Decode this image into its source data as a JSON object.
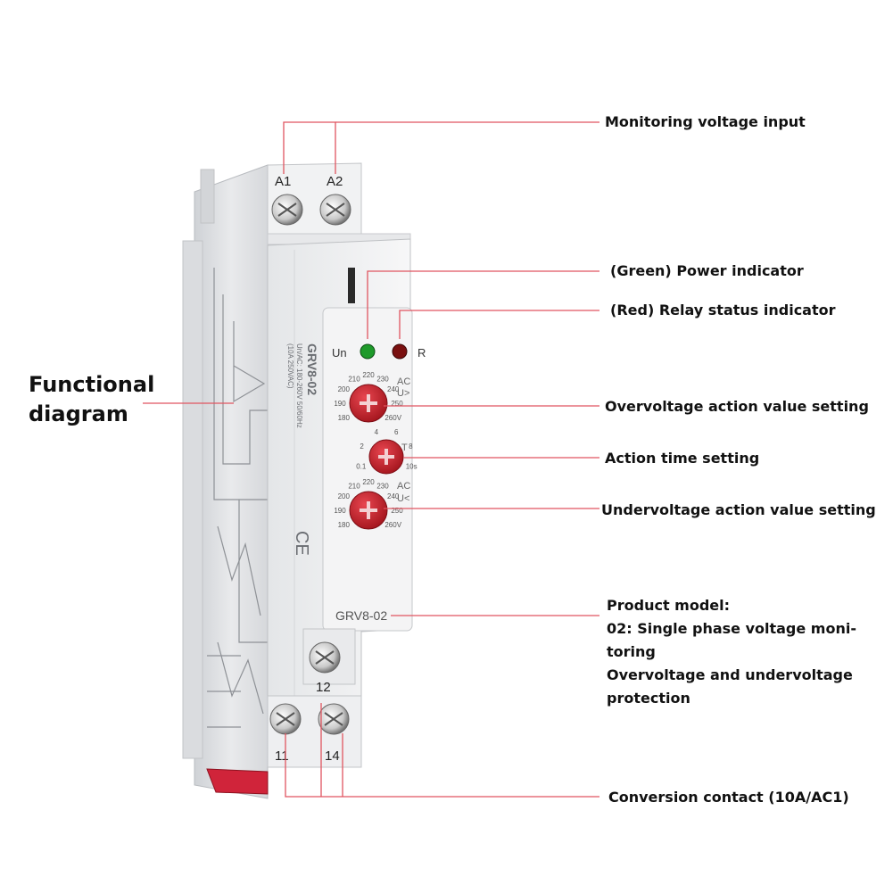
{
  "callouts": {
    "monitoring_input": "Monitoring voltage input",
    "power_indicator": "(Green) Power indicator",
    "relay_indicator": "(Red) Relay status indicator",
    "overvoltage": "Overvoltage action value setting",
    "action_time": "Action time setting",
    "undervoltage": "Undervoltage action value setting",
    "product_model_lines": [
      "Product model:",
      "02: Single phase voltage moni-",
      "toring",
      "Overvoltage and undervoltage",
      "protection"
    ],
    "conversion_contact": "Conversion contact (10A/AC1)",
    "functional_diagram_lines": [
      "Functional",
      "diagram"
    ]
  },
  "device": {
    "terminals": {
      "a1": "A1",
      "a2": "A2",
      "t12": "12",
      "t11": "11",
      "t14": "14"
    },
    "indicators": {
      "un": "Un",
      "r": "R"
    },
    "colors": {
      "power_led": "#1e9a2a",
      "relay_led": "#7a1010",
      "knob": "#c8202a",
      "leader": "#e05560",
      "din_clip": "#d0243a"
    },
    "dial_upper": {
      "mode": "AC",
      "symbol": "U>",
      "ticks": [
        "180",
        "190",
        "200",
        "210",
        "220",
        "230",
        "240",
        "250",
        "260V"
      ]
    },
    "dial_time": {
      "symbol": "T",
      "ticks": [
        "0.1",
        "2",
        "4",
        "6",
        "8",
        "10s"
      ]
    },
    "dial_lower": {
      "mode": "AC",
      "symbol": "U<",
      "ticks": [
        "180",
        "190",
        "200",
        "210",
        "220",
        "230",
        "240",
        "250",
        "260V"
      ]
    },
    "model": "GRV8-02",
    "side_print": [
      "GRV8-02",
      "Un/AC: 180-260V 50/60Hz",
      "(10A 250VAC)"
    ],
    "ce_mark": "CE"
  }
}
